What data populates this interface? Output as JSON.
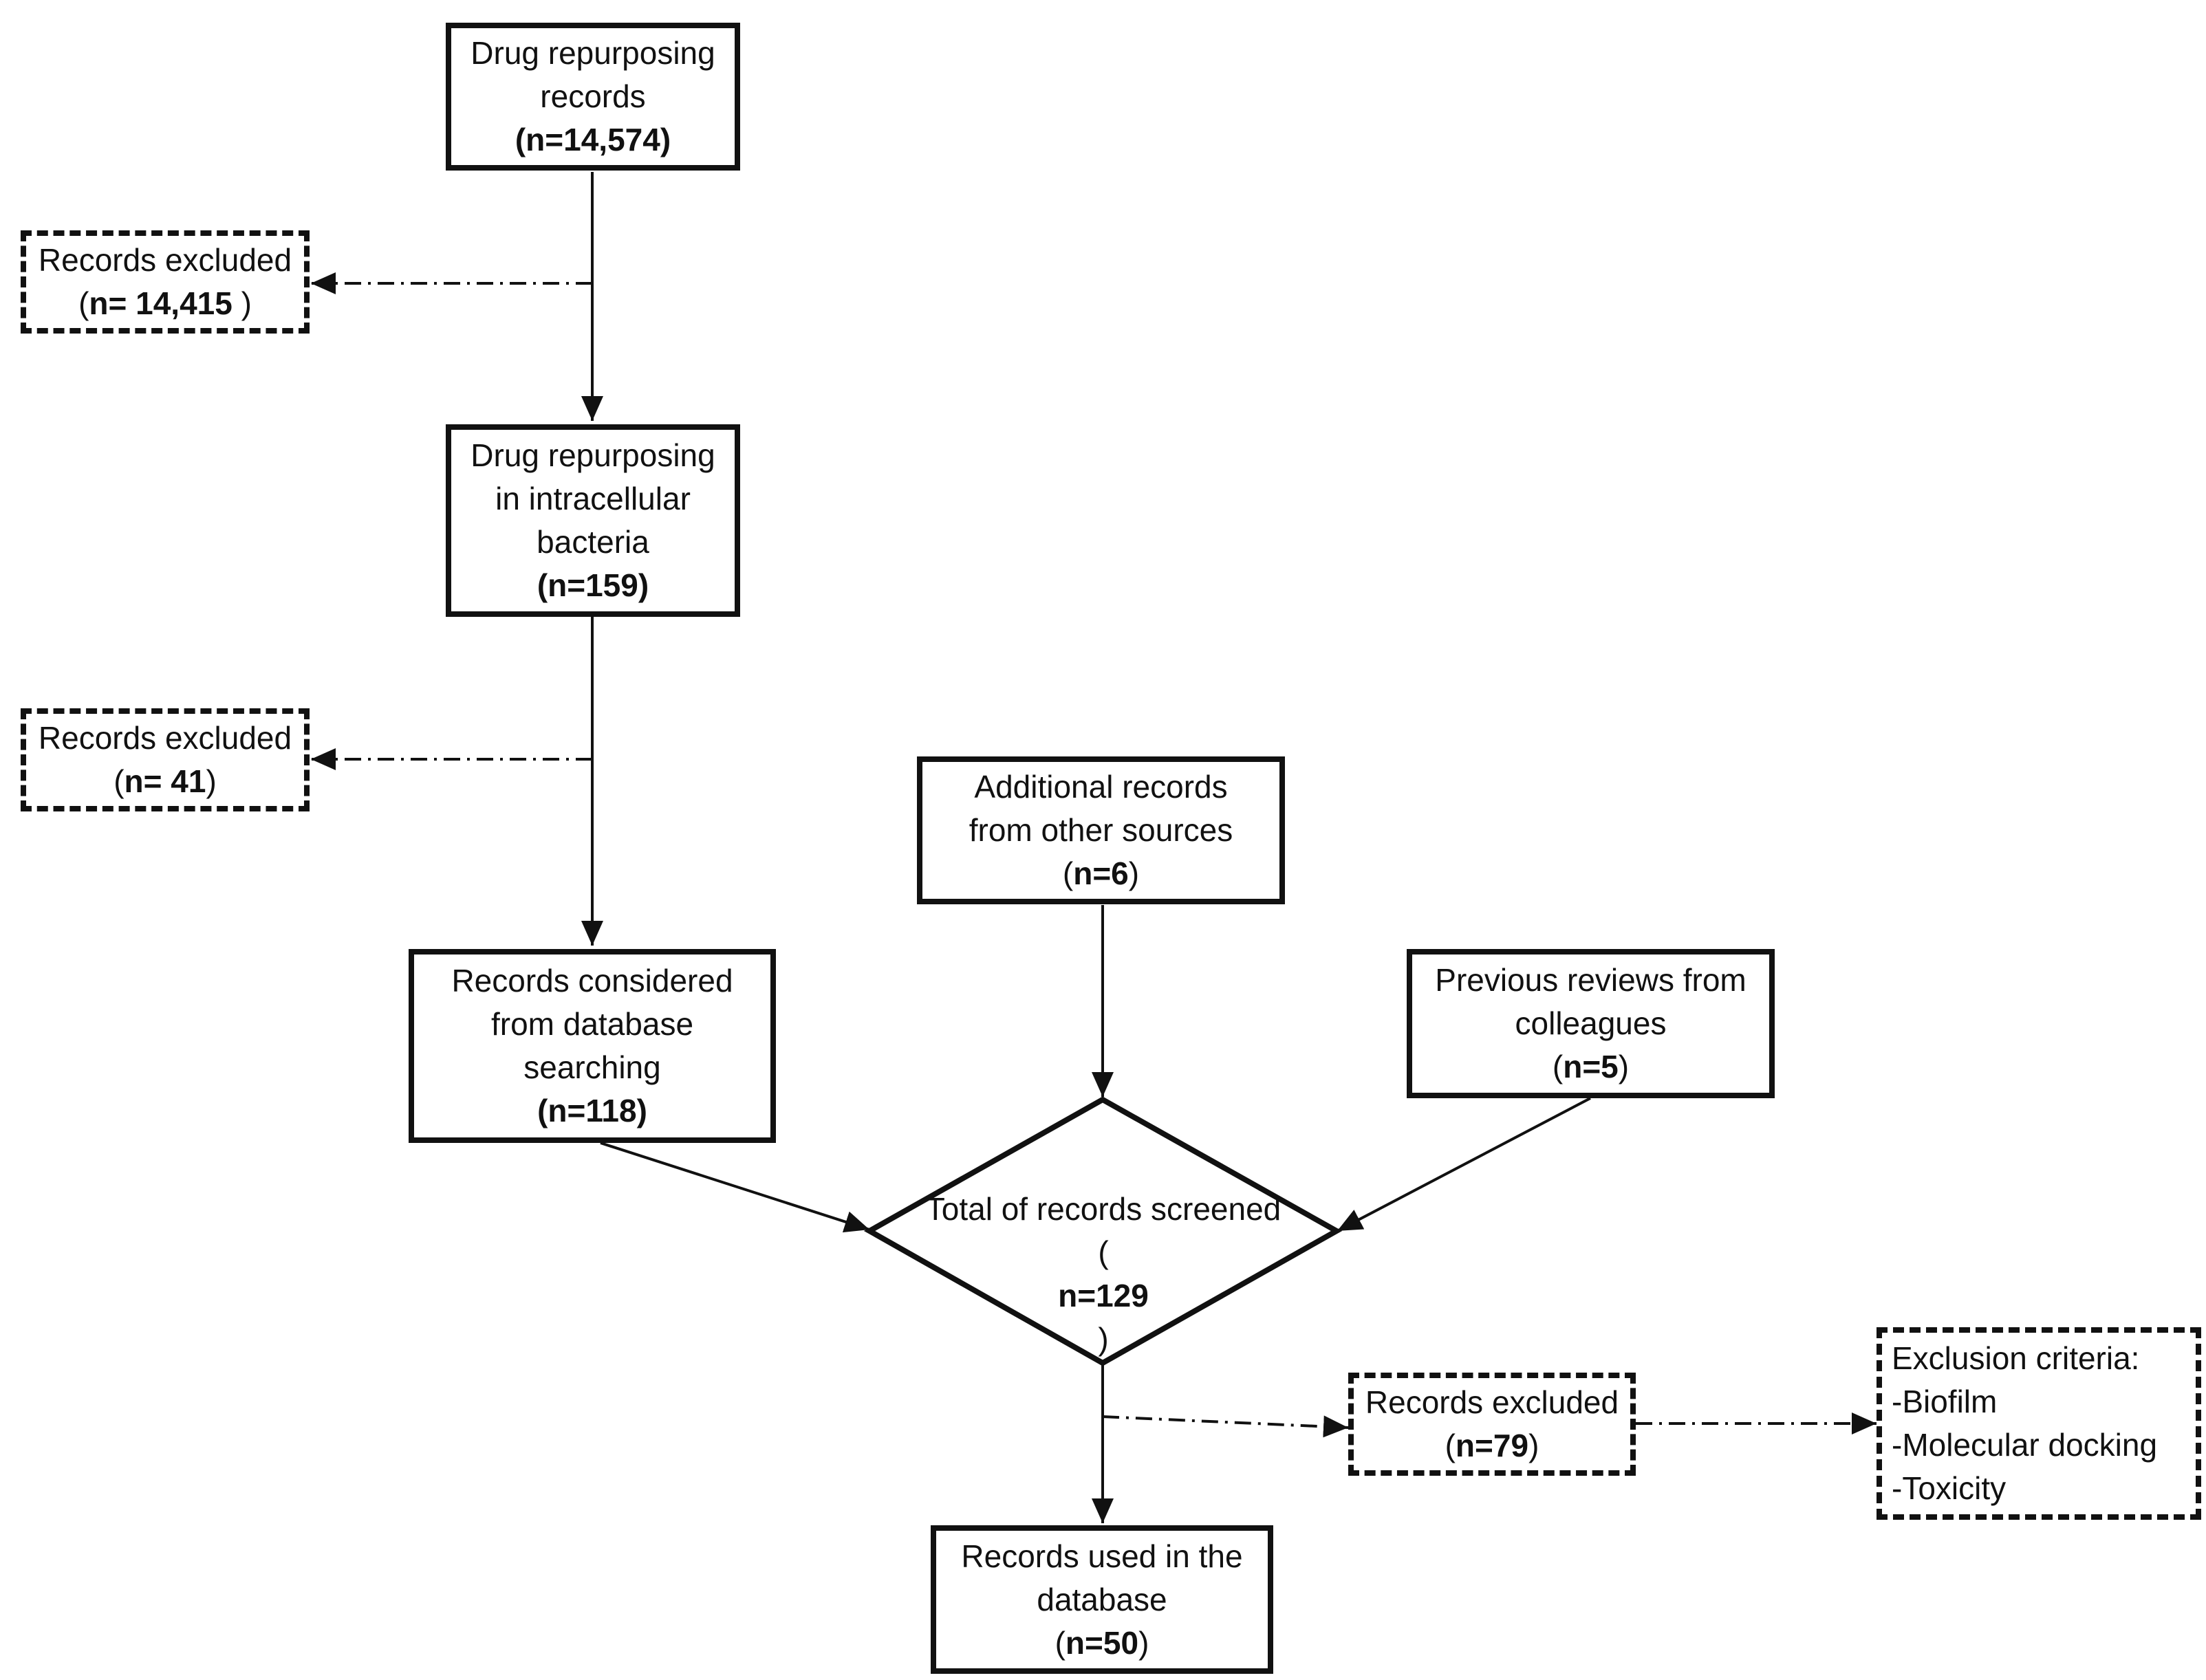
{
  "boxes": {
    "drug_repurposing_records": {
      "lines": [
        "Drug repurposing",
        "records"
      ],
      "count": "(n=14,574)"
    },
    "excluded_1": {
      "lines": [
        "Records excluded"
      ],
      "count_open": "(",
      "count_bold": "n= 14,415",
      "count_close": " )"
    },
    "intracellular": {
      "lines": [
        "Drug repurposing",
        "in intracellular",
        "bacteria"
      ],
      "count": "(n=159)"
    },
    "excluded_2": {
      "lines": [
        "Records excluded"
      ],
      "count_open": "(",
      "count_bold": "n= 41",
      "count_close": ")"
    },
    "additional": {
      "lines": [
        "Additional records",
        "from other sources"
      ],
      "count_open": "(",
      "count_bold": "n=6",
      "count_close": ")"
    },
    "considered": {
      "lines": [
        "Records considered",
        "from database",
        "searching"
      ],
      "count": "(n=118)"
    },
    "previous_reviews": {
      "lines": [
        "Previous reviews from",
        "colleagues"
      ],
      "count_open": "(",
      "count_bold": "n=5",
      "count_close": ")"
    },
    "screened": {
      "lines": [
        "Total of records screened"
      ],
      "count_open": "(",
      "count_bold": "n=129",
      "count_close": ")"
    },
    "excluded_3": {
      "lines": [
        "Records excluded"
      ],
      "count_open": "(",
      "count_bold": "n=79",
      "count_close": ")"
    },
    "criteria": {
      "lines": [
        "Exclusion criteria:",
        "-Biofilm",
        "-Molecular docking",
        "-Toxicity"
      ]
    },
    "used": {
      "lines": [
        "Records used in the",
        "database"
      ],
      "count_open": "(",
      "count_bold": "n=50",
      "count_close": ")"
    }
  },
  "colors": {
    "stroke": "#111111",
    "background": "#ffffff"
  }
}
